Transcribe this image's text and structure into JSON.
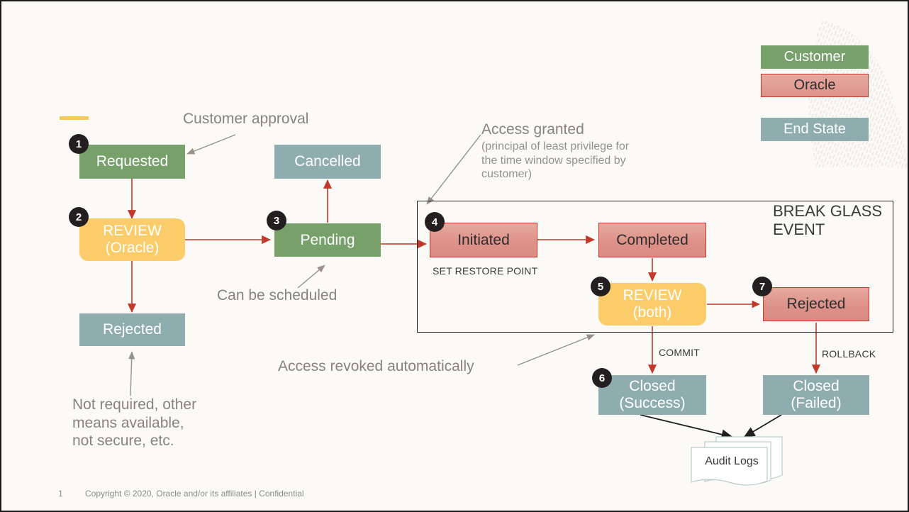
{
  "slide": {
    "accent_color": "#f6c95b",
    "background": "#fbfaf7",
    "break_glass_title": "BREAK GLASS\nEVENT"
  },
  "legend": {
    "items": [
      {
        "label": "Customer",
        "kind": "customer",
        "color": "#77a06a"
      },
      {
        "label": "Oracle",
        "kind": "oracle",
        "color": "#dd9289"
      },
      {
        "label": "End State",
        "kind": "end-state",
        "color": "#8fadaf"
      }
    ]
  },
  "nodes": [
    {
      "id": "requested",
      "label": "Requested",
      "badge": "1",
      "kind": "customer"
    },
    {
      "id": "review-oracle",
      "label": "REVIEW\n(Oracle)",
      "badge": "2",
      "kind": "review"
    },
    {
      "id": "rejected-left",
      "label": "Rejected",
      "badge": "",
      "kind": "end-state"
    },
    {
      "id": "cancelled",
      "label": "Cancelled",
      "badge": "",
      "kind": "end-state"
    },
    {
      "id": "pending",
      "label": "Pending",
      "badge": "3",
      "kind": "customer"
    },
    {
      "id": "initiated",
      "label": "Initiated",
      "badge": "4",
      "kind": "oracle"
    },
    {
      "id": "completed",
      "label": "Completed",
      "badge": "",
      "kind": "oracle"
    },
    {
      "id": "review-both",
      "label": "REVIEW\n(both)",
      "badge": "5",
      "kind": "review"
    },
    {
      "id": "rejected-right",
      "label": "Rejected",
      "badge": "7",
      "kind": "oracle"
    },
    {
      "id": "closed-success",
      "label": "Closed\n(Success)",
      "badge": "6",
      "kind": "end-state"
    },
    {
      "id": "closed-failed",
      "label": "Closed\n(Failed)",
      "badge": "",
      "kind": "end-state"
    }
  ],
  "edge_labels": {
    "set_restore_point": "SET RESTORE POINT",
    "commit": "COMMIT",
    "rollback": "ROLLBACK"
  },
  "annotations": {
    "customer_approval": "Customer approval",
    "access_granted_title": "Access granted",
    "access_granted_detail": "(principal of least privilege for\nthe time window specified by\ncustomer)",
    "can_be_scheduled": "Can be scheduled",
    "access_revoked": "Access revoked automatically",
    "not_required": "Not required, other\nmeans available,\nnot secure, etc."
  },
  "audit_logs": {
    "label": "Audit Logs"
  },
  "footer": {
    "page_number": "1",
    "copyright": "Copyright © 2020, Oracle and/or its affiliates  |  Confidential"
  }
}
